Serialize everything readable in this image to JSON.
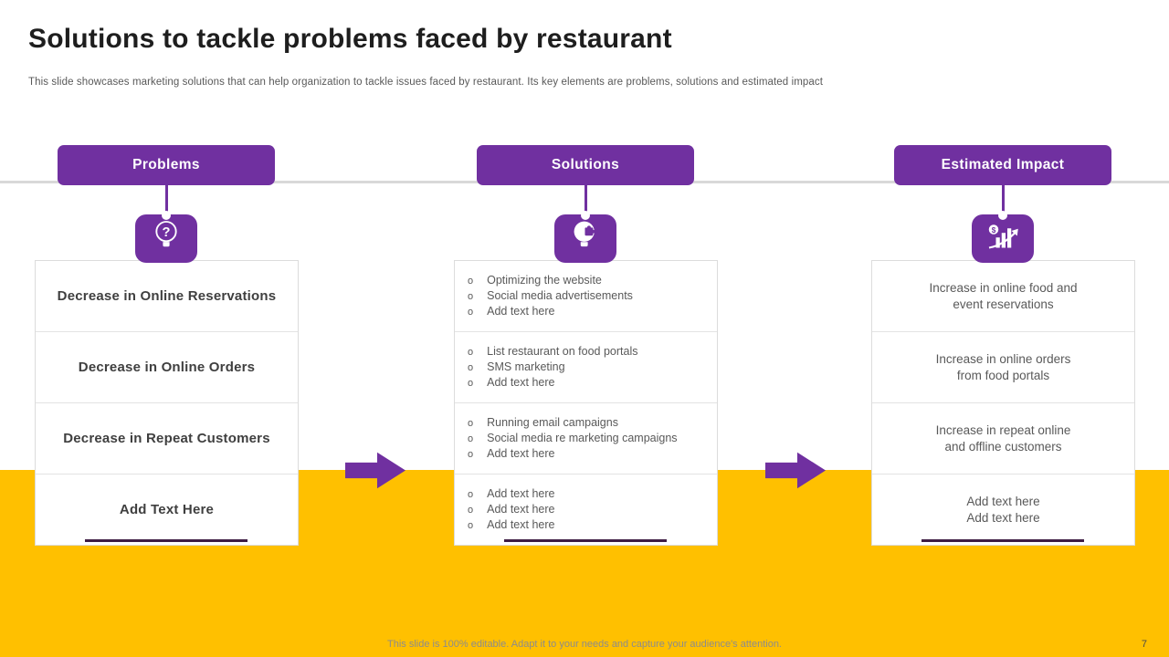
{
  "title": "Solutions to tackle problems faced by restaurant",
  "subtitle": "This slide showcases marketing solutions that can help organization to tackle issues faced by restaurant. Its key elements are problems, solutions and estimated impact",
  "footer": {
    "note": "This slide is 100% editable. Adapt it to your needs and capture your audience's attention.",
    "page_number": "7"
  },
  "colors": {
    "accent_purple": "#7030A0",
    "underline_dark_purple": "#3F1D45",
    "band_yellow": "#FFC000",
    "divider_gray": "#D9D9D9",
    "title_text": "#1E1E1E",
    "body_text": "#595959"
  },
  "columns": [
    {
      "header": "Problems",
      "icon": "question-mark-bulb-icon",
      "type": "titles",
      "rows": [
        "Decrease in Online Reservations",
        "Decrease in Online Orders",
        "Decrease in Repeat Customers",
        "Add Text Here"
      ]
    },
    {
      "header": "Solutions",
      "icon": "puzzle-bulb-icon",
      "type": "bullets",
      "rows": [
        [
          "Optimizing the website",
          "Social media advertisements",
          "Add text here"
        ],
        [
          "List restaurant on food portals",
          "SMS marketing",
          "Add text here"
        ],
        [
          "Running email campaigns",
          "Social media re marketing campaigns",
          "Add text here"
        ],
        [
          "Add text here",
          "Add text here",
          "Add text here"
        ]
      ]
    },
    {
      "header": "Estimated Impact",
      "icon": "growth-bars-dollar-icon",
      "type": "multiline",
      "rows": [
        "Increase in online food and\nevent reservations",
        "Increase in online orders\nfrom food portals",
        "Increase in repeat online\nand offline customers",
        "Add text here\nAdd text here"
      ]
    }
  ]
}
